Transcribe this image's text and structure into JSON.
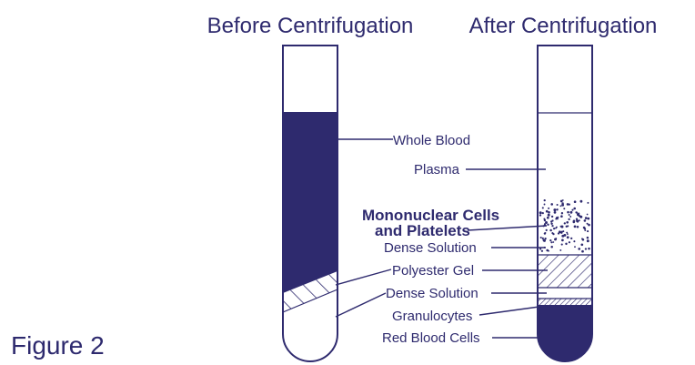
{
  "titles": {
    "before": "Before Centrifugation",
    "after": "After Centrifugation"
  },
  "figure_label": "Figure 2",
  "labels": {
    "whole_blood": "Whole Blood",
    "plasma": "Plasma",
    "mononuclear_line1": "Mononuclear Cells",
    "mononuclear_line2": "and Platelets",
    "dense_solution_after": "Dense Solution",
    "polyester_gel": "Polyester Gel",
    "dense_solution_before": "Dense Solution",
    "granulocytes": "Granulocytes",
    "red_blood_cells": "Red Blood Cells"
  },
  "colors": {
    "ink": "#2e2a6e",
    "blood": "#2e2a6e",
    "background": "#ffffff"
  }
}
